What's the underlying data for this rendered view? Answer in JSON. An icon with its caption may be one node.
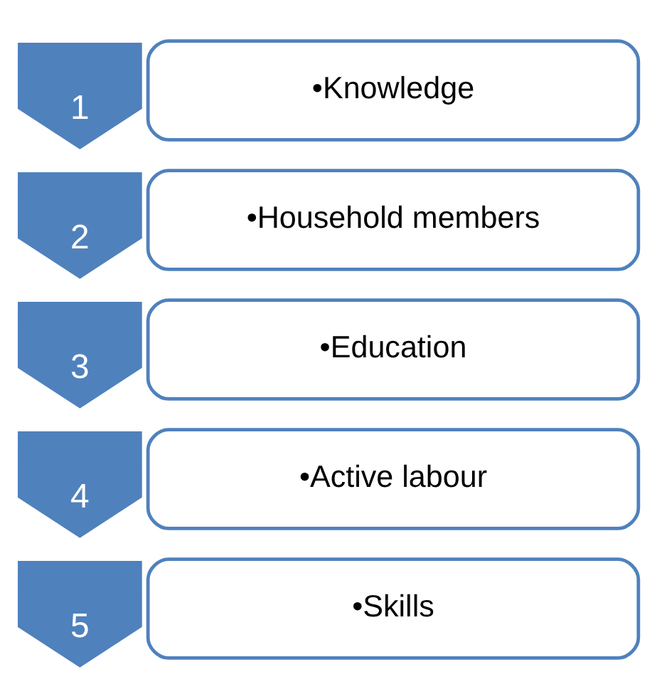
{
  "diagram": {
    "nodes": [
      {
        "text": [
          "1"
        ]
      },
      {
        "text": [
          "•Knowledge"
        ]
      },
      {
        "text": [
          "2"
        ]
      },
      {
        "text": [
          "•Household members"
        ]
      },
      {
        "text": [
          "3"
        ]
      },
      {
        "text": [
          "•Education"
        ]
      },
      {
        "text": [
          "4"
        ]
      },
      {
        "text": [
          "•Active labour"
        ]
      },
      {
        "text": [
          "5"
        ]
      },
      {
        "text": [
          "•Skills"
        ]
      }
    ],
    "edges": []
  }
}
